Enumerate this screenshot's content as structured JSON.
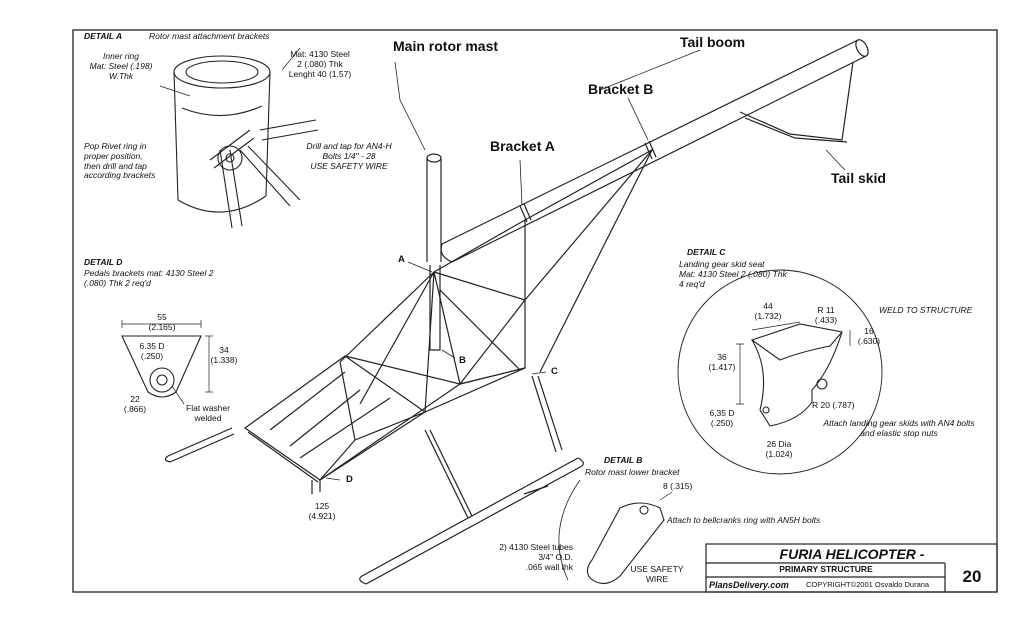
{
  "callouts": {
    "main_rotor_mast": "Main rotor mast",
    "tail_boom": "Tail boom",
    "bracket_b": "Bracket B",
    "bracket_a": "Bracket A",
    "tail_skid": "Tail skid"
  },
  "points": {
    "a": "A",
    "b": "B",
    "c": "C",
    "d": "D"
  },
  "detail_a": {
    "title": "DETAIL A",
    "subtitle": "Rotor mast attachment brackets",
    "inner_ring": [
      "Inner ring",
      "Mat: Steel (.198)",
      "W.Thk"
    ],
    "mat": [
      "Mat: 4130 Steel",
      "2 (.080) Thk",
      "Lenght 40 (1.57)"
    ],
    "pop_rivet": [
      "Pop Rivet ring in",
      "proper position,",
      "then drill and tap",
      "according brackets"
    ],
    "drill": [
      "Drill and tap for AN4-H",
      "Bolts 1/4\" - 28",
      "USE SAFETY WIRE"
    ]
  },
  "detail_d": {
    "title": "DETAIL D",
    "desc": [
      "Pedals brackets mat: 4130 Steel 2",
      "(.080) Thk 2 req'd"
    ],
    "dim_width": [
      "55",
      "(2.165)"
    ],
    "dim_hole": [
      "6.35 D",
      "(.250)"
    ],
    "dim_height": [
      "34",
      "(1.338)"
    ],
    "dim_radius": [
      "22",
      "(.866)"
    ],
    "washer": [
      "Flat washer",
      "welded"
    ],
    "dim_125": [
      "125",
      "(4.921)"
    ]
  },
  "detail_c": {
    "title": "DETAIL C",
    "desc": [
      "Landing gear skid seat",
      "Mat: 4130 Steel 2 (.080) Thk",
      "4 req'd"
    ],
    "weld": "WELD TO STRUCTURE",
    "dim_44": [
      "44",
      "(1.732)"
    ],
    "dim_r11": [
      "R 11",
      "(.433)"
    ],
    "dim_16": [
      "16",
      "(.630)"
    ],
    "dim_36": [
      "36",
      "(1.417)"
    ],
    "dim_r20": "R 20 (.787)",
    "dim_635": [
      "6,35 D",
      "(.250)"
    ],
    "dim_26": [
      "26 Dia",
      "(1.024)"
    ],
    "attach": [
      "Attach landing gear skids with AN4 bolts",
      "and elastic stop nuts"
    ]
  },
  "detail_b": {
    "title": "DETAIL B",
    "subtitle": "Rotor mast lower bracket",
    "dim_8": "8 (.315)",
    "attach": "Attach to bellcranks ring with AN5H bolts",
    "safety": [
      "USE SAFETY",
      "WIRE"
    ]
  },
  "tubes": [
    "2) 4130 Steel tubes",
    "3/4\" O.D.",
    ".065 wall thk"
  ],
  "title_block": {
    "title": "FURIA HELICOPTER -",
    "subtitle": "PRIMARY STRUCTURE",
    "brand": "PlansDelivery.com",
    "copyright": "COPYRIGHT©2001 Osvaldo Durana",
    "page": "20"
  }
}
